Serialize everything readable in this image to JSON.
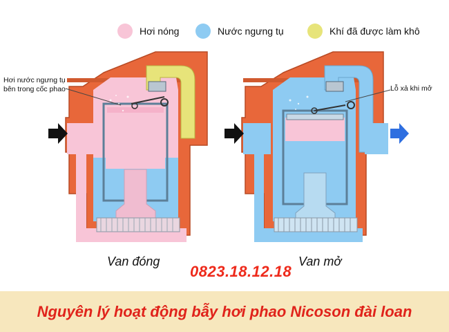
{
  "legend": [
    {
      "label": "Hơi nóng",
      "color": "#f8c5d7"
    },
    {
      "label": "Nước ngưng tụ",
      "color": "#8ecbf2"
    },
    {
      "label": "Khí đã được làm khô",
      "color": "#e7e47a"
    }
  ],
  "annotations": {
    "left_callout": "Hơi nước ngưng tụ bên trong cốc phao",
    "right_callout": "Lỗ xả khi mở"
  },
  "labels": {
    "closed": "Van đóng",
    "open": "Van mở"
  },
  "phone": "0823.18.12.18",
  "banner_title": "Nguyên lý hoạt động bẫy hơi phao Nicoson đài loan",
  "colors": {
    "body": "#e8673a",
    "steam": "#f8c5d7",
    "water": "#8ecbf2",
    "air": "#e7e47a",
    "arrow_in": "#111111",
    "arrow_out": "#2f6fe0",
    "phone": "#ee2a1b",
    "banner_bg": "#f7e7bd",
    "banner_text": "#e0231b"
  },
  "icons": {
    "inlet_left": "arrow-right-icon",
    "inlet_right": "arrow-right-icon",
    "outlet_right": "arrow-right-icon"
  }
}
